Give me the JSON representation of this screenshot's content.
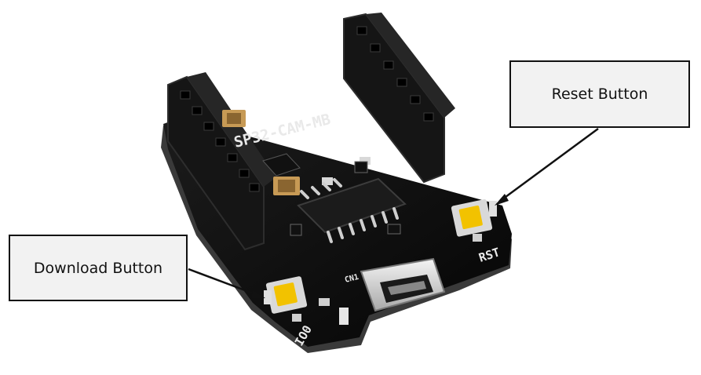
{
  "callouts": {
    "reset": "Reset Button",
    "download": "Download Button"
  },
  "board": {
    "name": "SP32-CAM-MB",
    "rst_label": "RST",
    "io0_label": "IO0",
    "cn_label": "CN1"
  },
  "colors": {
    "pcb": "#0b0b0b",
    "button_yellow": "#f2c200",
    "callout_bg": "#f2f2f2"
  }
}
